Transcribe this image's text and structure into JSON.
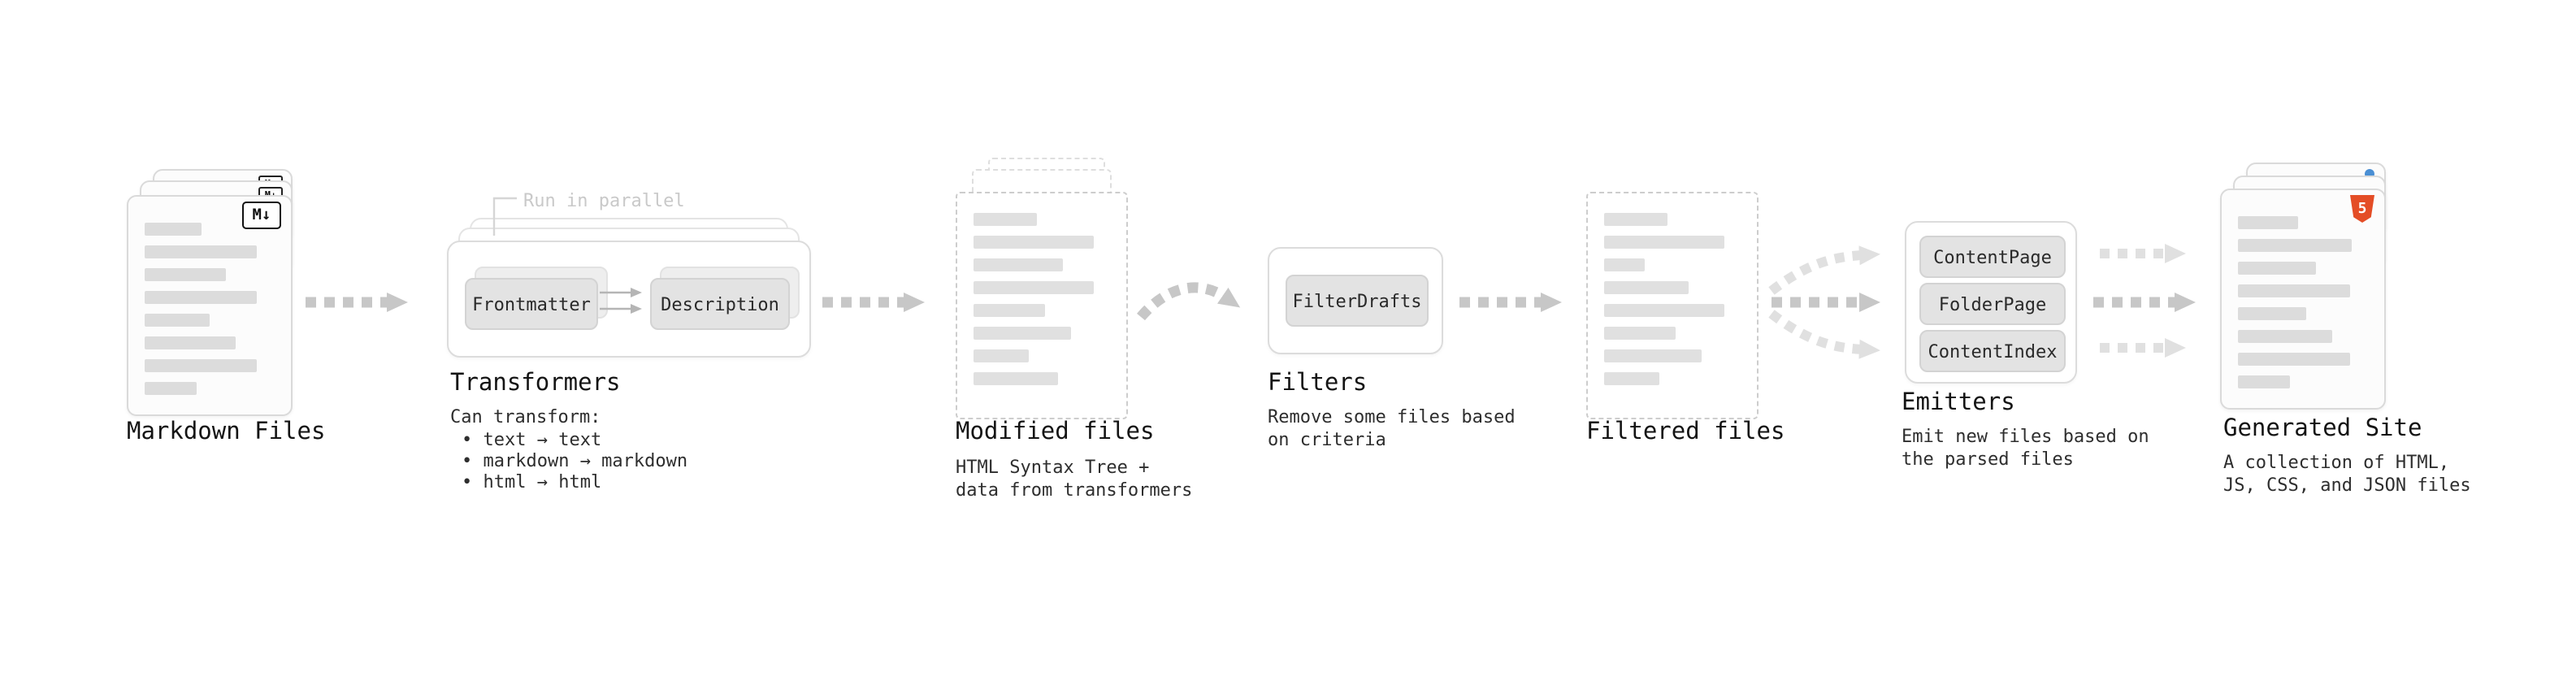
{
  "diagram": {
    "markdown_files": {
      "label": "Markdown Files"
    },
    "transformers": {
      "label": "Transformers",
      "annotation": "Run in parallel",
      "node1": "Frontmatter",
      "node2": "Description",
      "caption_title": "Can transform:",
      "bullets": [
        "• text → text",
        "• markdown → markdown",
        "• html → html"
      ]
    },
    "modified_files": {
      "label": "Modified files",
      "caption_line1": "HTML Syntax Tree +",
      "caption_line2": "data from transformers"
    },
    "filters": {
      "label": "Filters",
      "node": "FilterDrafts",
      "caption_line1": "Remove some files based",
      "caption_line2": "on criteria"
    },
    "filtered_files": {
      "label": "Filtered files"
    },
    "emitters": {
      "label": "Emitters",
      "nodes": [
        "ContentPage",
        "FolderPage",
        "ContentIndex"
      ],
      "caption_line1": "Emit new files based on",
      "caption_line2": "the parsed files"
    },
    "generated_site": {
      "label": "Generated Site",
      "caption_line1": "A collection of HTML,",
      "caption_line2": "JS, CSS, and JSON files"
    },
    "icons": {
      "markdown_badge": "M↓",
      "html5_badge": "5"
    },
    "colors": {
      "arrow": "#c7c7c7",
      "arrow_light": "#e0e0e0",
      "html5_orange": "#e44d26",
      "favicon_blue": "#4a8fd4"
    }
  }
}
